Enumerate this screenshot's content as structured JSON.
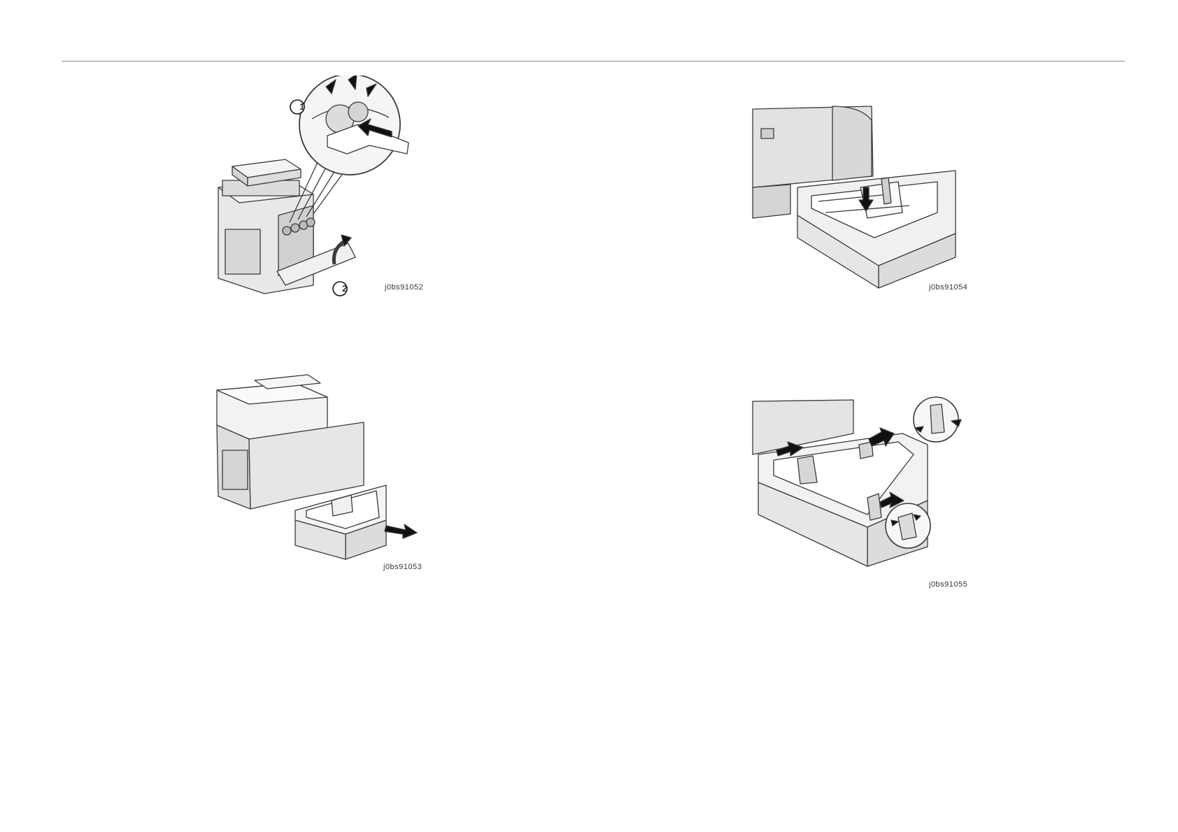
{
  "figures": [
    {
      "code": "j0bs91052",
      "callouts": [
        "1",
        "2"
      ]
    },
    {
      "code": "j0bs91054"
    },
    {
      "code": "j0bs91053"
    },
    {
      "code": "j0bs91055"
    }
  ],
  "colors": {
    "line": "#3a3a3a",
    "fill": "#e8e8e8",
    "shade": "#cfcfcf",
    "rule": "#8a8a8a"
  }
}
